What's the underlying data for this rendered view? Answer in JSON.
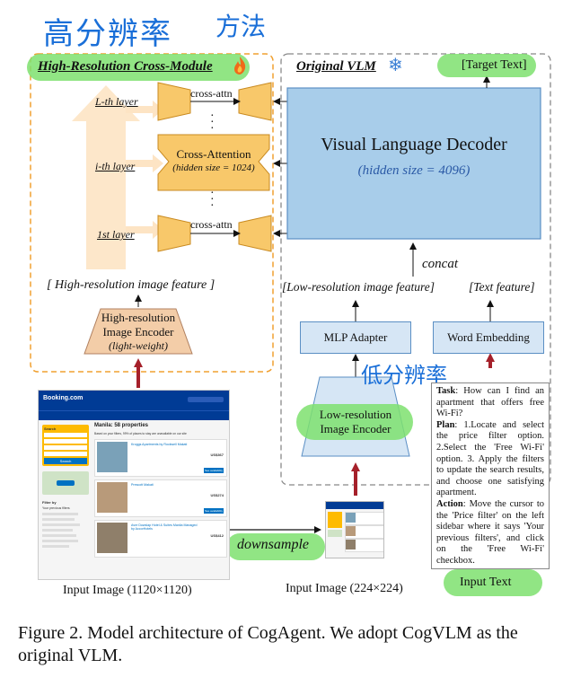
{
  "annotations": {
    "hires_handwritten": "高分辨率",
    "method_handwritten": "方法",
    "lowres_handwritten": "低分辨率"
  },
  "hires_module": {
    "title": "High-Resolution Cross-Module",
    "layers": [
      "L-th layer",
      "i-th layer",
      "1st layer"
    ],
    "cross_attn_label": "cross-attn",
    "cross_attention_title": "Cross-Attention",
    "cross_attention_sub": "(hidden size = 1024)",
    "feature_label": "[ High-resolution image feature ]",
    "encoder_line1": "High-resolution",
    "encoder_line2": "Image Encoder",
    "encoder_line3": "(light-weight)",
    "colors": {
      "border": "#f0a030",
      "block": "#f8c86a",
      "encoder": "#f3cda8",
      "highlight": "#7ee06e",
      "arrow_red": "#a5202a"
    }
  },
  "original_vlm": {
    "title": "Original VLM",
    "target_text": "[Target Text]",
    "decoder_title": "Visual Language Decoder",
    "decoder_sub": "(hidden size = 4096)",
    "concat": "concat",
    "low_feature": "[Low-resolution image feature]",
    "text_feature": "[Text feature]",
    "mlp_adapter": "MLP Adapter",
    "word_embedding": "Word Embedding",
    "low_encoder_line1": "Low-resolution",
    "low_encoder_line2": "Image Encoder",
    "colors": {
      "decoder": "#a8cdea",
      "decoder_border": "#5b8fc4",
      "small_box": "#d6e6f5",
      "snowflake": "#3a7fd5"
    }
  },
  "task_text": {
    "task_label": "Task",
    "task": ": How can I find an apartment that offers free Wi-Fi?",
    "plan_label": "Plan",
    "plan": ": 1.Locate and select the price filter option. 2.Select the 'Free Wi-Fi' option. 3. Apply the filters to update the search results, and choose one satisfying apartment.",
    "action_label": "Action",
    "action": ": Move the cursor to the 'Price filter' on the left sidebar where it says 'Your previous filters', and click on the 'Free Wi-Fi' checkbox."
  },
  "bottom_labels": {
    "input_image_large": "Input Image (1120×1120)",
    "downsample": "downsample",
    "input_image_small": "Input Image (224×224)",
    "input_text": "Input Text"
  },
  "screenshot_mock": {
    "site": "Booking.com",
    "heading": "Manila: 58 properties",
    "notice": "Based on your filters, 99% of places to stay are unavailable on our site",
    "search_label": "Search",
    "search_button": "Search",
    "filter_by": "Filter by",
    "previous_filters": "Your previous filters",
    "listings": [
      {
        "name": "Kroggs Apartments by Rockwell Makati",
        "price": "US$367"
      },
      {
        "name": "Prescott Makati",
        "price": "US$274"
      },
      {
        "name": "Avre Dowslap Hotel & Suites Manila Managed by AccorHotels",
        "price": "US$412"
      }
    ],
    "availability": "See availability"
  },
  "caption": {
    "text": "Figure 2. Model architecture of CogAgent. We adopt CogVLM as the original VLM."
  }
}
